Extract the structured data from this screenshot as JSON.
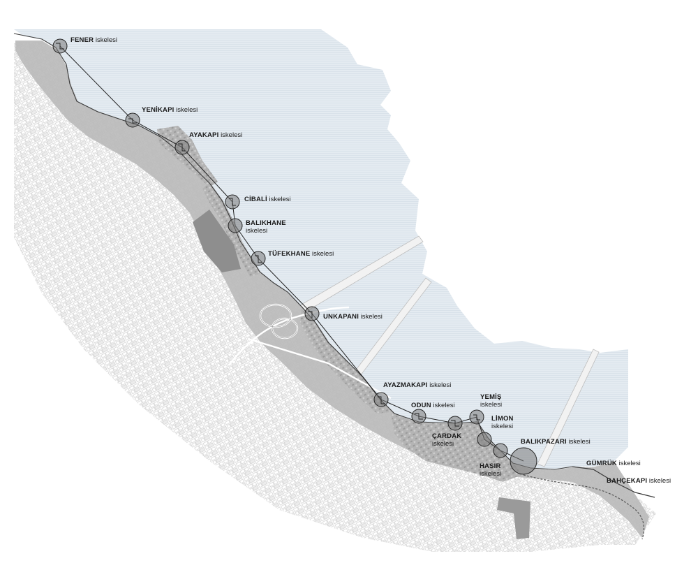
{
  "map": {
    "colors": {
      "water": "#e4ebf1",
      "land": "#ffffff",
      "blocks": "#d9d9d9",
      "corridor": "#a9a9a9",
      "highlight_areas": "#8e8e8e",
      "pier_marker": "#7a7a7a",
      "route": "#222222"
    },
    "piers": [
      {
        "id": "fener",
        "name": "FENER",
        "suffix": "iskelesi"
      },
      {
        "id": "yenikapi",
        "name": "YENİKAPI",
        "suffix": "iskelesi"
      },
      {
        "id": "ayakapi",
        "name": "AYAKAPI",
        "suffix": "iskelesi"
      },
      {
        "id": "cibali",
        "name": "CİBALİ",
        "suffix": "iskelesi"
      },
      {
        "id": "balikhane",
        "name": "BALIKHANE",
        "suffix": "iskelesi"
      },
      {
        "id": "tufekhane",
        "name": "TÜFEKHANE",
        "suffix": "iskelesi"
      },
      {
        "id": "unkapani",
        "name": "UNKAPANI",
        "suffix": "iskelesi"
      },
      {
        "id": "ayazmakapi",
        "name": "AYAZMAKAPI",
        "suffix": "iskelesi"
      },
      {
        "id": "odun",
        "name": "ODUN",
        "suffix": "iskelesi"
      },
      {
        "id": "yemis",
        "name": "YEMİŞ",
        "suffix": "iskelesi"
      },
      {
        "id": "limon",
        "name": "LİMON",
        "suffix": "iskelesi"
      },
      {
        "id": "cardak",
        "name": "ÇARDAK",
        "suffix": "iskelesi"
      },
      {
        "id": "balikpazari",
        "name": "BALIKPAZARI",
        "suffix": "iskelesi"
      },
      {
        "id": "hasir",
        "name": "HASIR",
        "suffix": "iskelesi"
      },
      {
        "id": "gumruk",
        "name": "GÜMRÜK",
        "suffix": "iskelesi"
      },
      {
        "id": "bahcekapi",
        "name": "BAHÇEKAPI",
        "suffix": "iskelesi"
      }
    ]
  }
}
